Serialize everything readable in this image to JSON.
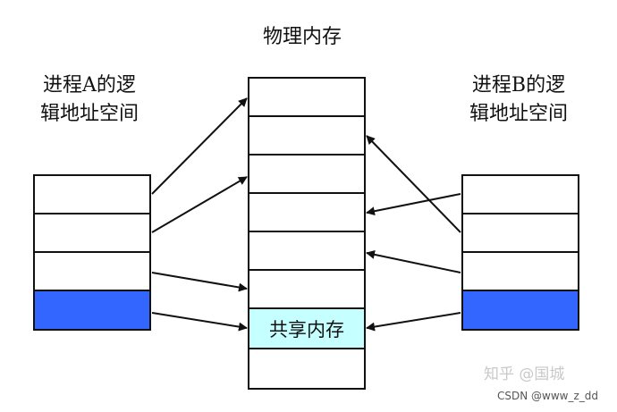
{
  "title": "物理内存",
  "process_a": {
    "line1": "进程A的逻",
    "line2": "辑地址空间"
  },
  "process_b": {
    "line1": "进程B的逻",
    "line2": "辑地址空间"
  },
  "physical": {
    "cells": [
      "",
      "",
      "",
      "",
      "",
      "",
      "共享内存",
      ""
    ]
  },
  "colors": {
    "shared_fill": "#C6FFFF",
    "page_fill": "#3366FF",
    "line": "#111111"
  },
  "watermark": {
    "zhihu": "知乎 @国城",
    "csdn": "CSDN @www_z_dd"
  }
}
